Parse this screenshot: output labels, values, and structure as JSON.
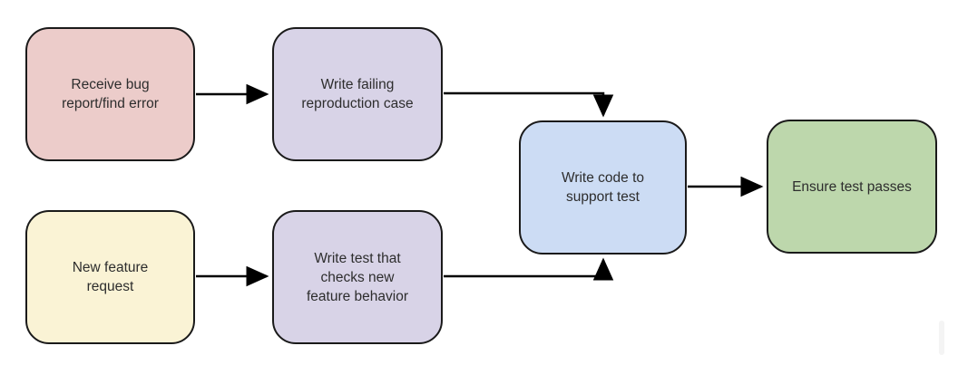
{
  "diagram": {
    "description_labels": {
      "bug": "Receive bug\nreport/find error",
      "repro": "Write failing\nreproduction case",
      "feature": "New feature\nrequest",
      "test": "Write test that\nchecks new\nfeature behavior",
      "code": "Write code to\nsupport test",
      "ensure": "Ensure test passes"
    },
    "colors": {
      "bug_fill": "#ecccca",
      "repro_fill": "#d8d3e7",
      "feature_fill": "#faf3d5",
      "test_fill": "#d8d3e7",
      "code_fill": "#ccdcf4",
      "ensure_fill": "#bdd7ac",
      "node_border": "#1a1a1a",
      "arrow": "#000000",
      "text": "#2d2d2d"
    },
    "edges": [
      {
        "from": "bug",
        "to": "repro"
      },
      {
        "from": "repro",
        "to": "code"
      },
      {
        "from": "feature",
        "to": "test"
      },
      {
        "from": "test",
        "to": "code"
      },
      {
        "from": "code",
        "to": "ensure"
      }
    ]
  }
}
